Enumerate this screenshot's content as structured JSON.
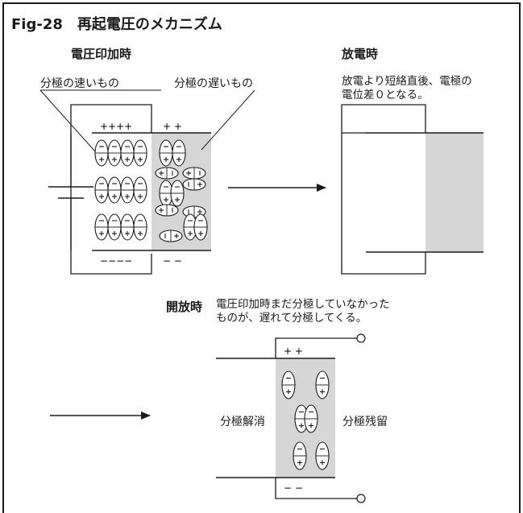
{
  "title": "Fig-28　再起電圧のメカニズム",
  "panels": {
    "applied": {
      "heading": "電圧印加時",
      "fast_label": "分極の速いもの",
      "slow_label": "分極の遅いもの",
      "top_charges": "++++",
      "top_charges_slow": "+ +",
      "bottom_charges": "−−−−",
      "bottom_charges_slow": "− −"
    },
    "discharge": {
      "heading": "放電時",
      "caption_line1": "放電より短絡直後、電極の",
      "caption_line2": "電位差０となる。"
    },
    "open": {
      "heading": "開放時",
      "caption_line1": "電圧印加時まだ分極していなかった",
      "caption_line2": "ものが、遅れて分極してくる。",
      "left_label": "分極解消",
      "right_label": "分極残留",
      "top_charges": "+ +",
      "bottom_charges": "− −"
    }
  },
  "colors": {
    "line": "#1a1a1a",
    "dielectric_fill": "#d6d6d6"
  }
}
